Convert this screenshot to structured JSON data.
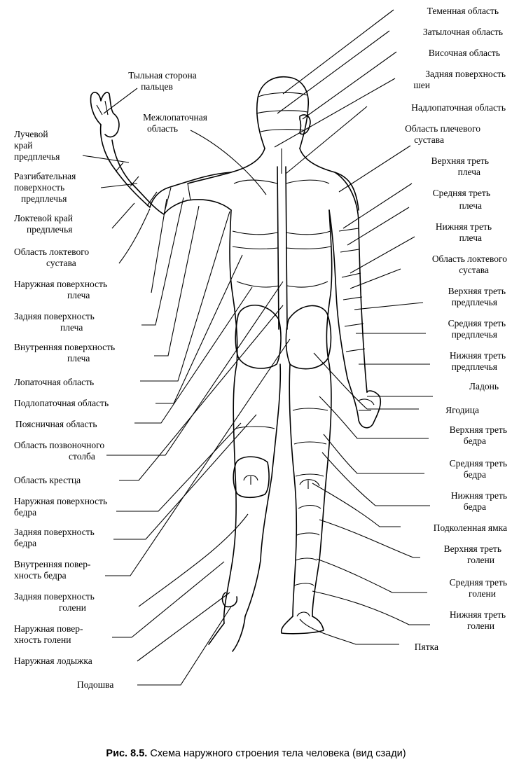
{
  "caption": {
    "label": "Рис. 8.5.",
    "text": "Схема наружного строения тела человека (вид сзади)"
  },
  "labels": {
    "temennaya": "Теменная область",
    "zatylochnaya": "Затылочная область",
    "visochnaya": "Височная область",
    "zadnyaya_sheya_1": "Задняя поверхность",
    "zadnyaya_sheya_2": "шеи",
    "nadlopatochnaya": "Надлопаточная область",
    "plechevoy_1": "Область плечевого",
    "plechevoy_2": "сустава",
    "verh_plecho_1": "Верхняя треть",
    "verh_plecho_2": "плеча",
    "sred_plecho_1": "Средняя треть",
    "sred_plecho_2": "плеча",
    "nizh_plecho_1": "Нижняя треть",
    "nizh_plecho_2": "плеча",
    "loktevoy_r_1": "Область локтевого",
    "loktevoy_r_2": "сустава",
    "verh_predpl_1": "Верхняя треть",
    "verh_predpl_2": "предплечья",
    "sred_predpl_1": "Средняя треть",
    "sred_predpl_2": "предплечья",
    "nizh_predpl_1": "Нижняя треть",
    "nizh_predpl_2": "предплечья",
    "ladon": "Ладонь",
    "yagodica": "Ягодица",
    "verh_bedro_1": "Верхняя треть",
    "verh_bedro_2": "бедра",
    "sred_bedro_1": "Средняя треть",
    "sred_bedro_2": "бедра",
    "nizh_bedro_1": "Нижняя треть",
    "nizh_bedro_2": "бедра",
    "podkolennaya": "Подколенная ямка",
    "verh_golen_1": "Верхняя треть",
    "verh_golen_2": "голени",
    "sred_golen_1": "Средняя треть",
    "sred_golen_2": "голени",
    "nizh_golen_1": "Нижняя треть",
    "nizh_golen_2": "голени",
    "pyatka": "Пятка",
    "tylnaya_1": "Тыльная сторона",
    "tylnaya_2": "пальцев",
    "mezhlopatochnaya_1": "Межлопаточная",
    "mezhlopatochnaya_2": "область",
    "luchevoy_1": "Лучевой",
    "luchevoy_2": "край",
    "luchevoy_3": "предплечья",
    "razgib_1": "Разгибательная",
    "razgib_2": "поверхность",
    "razgib_3": "предплечья",
    "loktevoy_kray_1": "Локтевой край",
    "loktevoy_kray_2": "предплечья",
    "loktevoy_l_1": "Область локтевого",
    "loktevoy_l_2": "сустава",
    "naruzh_plecho_1": "Наружная поверхность",
    "naruzh_plecho_2": "плеча",
    "zadn_plecho_1": "Задняя поверхность",
    "zadn_plecho_2": "плеча",
    "vnutr_plecho_1": "Внутренняя поверхность",
    "vnutr_plecho_2": "плеча",
    "lopatochnaya": "Лопаточная область",
    "podlopatochnaya": "Подлопаточная область",
    "poyasnichnaya": "Поясничная область",
    "pozvonochnik_1": "Область позвоночного",
    "pozvonochnik_2": "столба",
    "krestec": "Область крестца",
    "naruzh_bedro_1": "Наружная поверхность",
    "naruzh_bedro_2": "бедра",
    "zadn_bedro_1": "Задняя поверхность",
    "zadn_bedro_2": "бедра",
    "vnutr_bedro_1": "Внутренняя повер-",
    "vnutr_bedro_2": "хность бедра",
    "zadn_golen_1": "Задняя поверхность",
    "zadn_golen_2": "голени",
    "naruzh_golen_1": "Наружная повер-",
    "naruzh_golen_2": "хность голени",
    "lodyzhka": "Наружная лодыжка",
    "podoshva": "Подошва"
  }
}
